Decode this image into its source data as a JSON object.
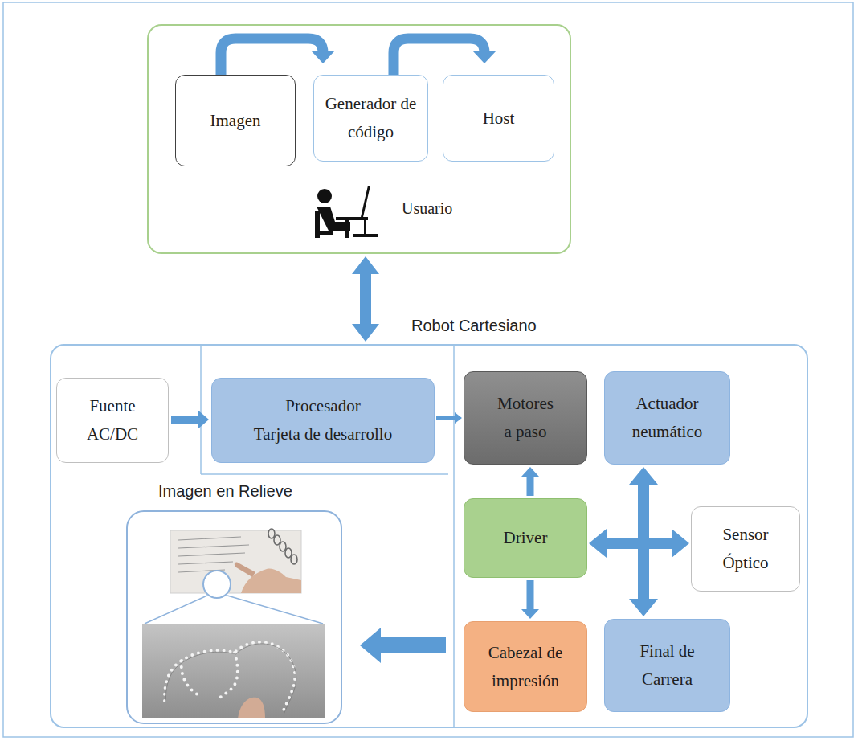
{
  "diagram": {
    "nodes": [
      {
        "text": [
          "Usuario"
        ]
      },
      {
        "text": [
          "Imagen"
        ],
        "in": 0
      },
      {
        "text": [
          "Generador de código"
        ],
        "in": 0
      },
      {
        "text": [
          "Host"
        ],
        "in": 0
      },
      {
        "text": [
          "Robot Cartesiano"
        ]
      },
      {
        "text": [
          "Fuente AC/DC"
        ],
        "in": 4
      },
      {
        "text": [
          "Procesador",
          "Tarjeta de desarrollo"
        ],
        "in": 4
      },
      {
        "text": [
          "Motores a paso"
        ],
        "in": 4
      },
      {
        "text": [
          "Actuador neumático"
        ],
        "in": 4
      },
      {
        "text": [
          "Imagen en Relieve"
        ],
        "in": 4
      },
      {
        "text": [
          "Driver"
        ],
        "in": 4
      },
      {
        "text": [
          "Sensor Óptico"
        ],
        "in": 4
      },
      {
        "text": [
          "Cabezal de impresión"
        ],
        "in": 4
      },
      {
        "text": [
          "Final de Carrera"
        ],
        "in": 4
      }
    ],
    "edges": [
      {
        "from": 1,
        "to": 2,
        "arrow": "to"
      },
      {
        "from": 2,
        "to": 3,
        "arrow": "to"
      },
      {
        "from": 0,
        "to": 4,
        "arrow": "both"
      },
      {
        "from": 5,
        "to": 6,
        "arrow": "to"
      },
      {
        "from": 6,
        "to": 7,
        "arrow": "to"
      },
      {
        "from": 10,
        "to": 7,
        "arrow": "to"
      },
      {
        "from": 10,
        "to": 12,
        "arrow": "to"
      },
      {
        "from": 10,
        "to": 11,
        "arrow": "both"
      },
      {
        "from": 8,
        "to": 13,
        "arrow": "both"
      },
      {
        "from": 12,
        "to": 9,
        "arrow": "to"
      }
    ]
  }
}
